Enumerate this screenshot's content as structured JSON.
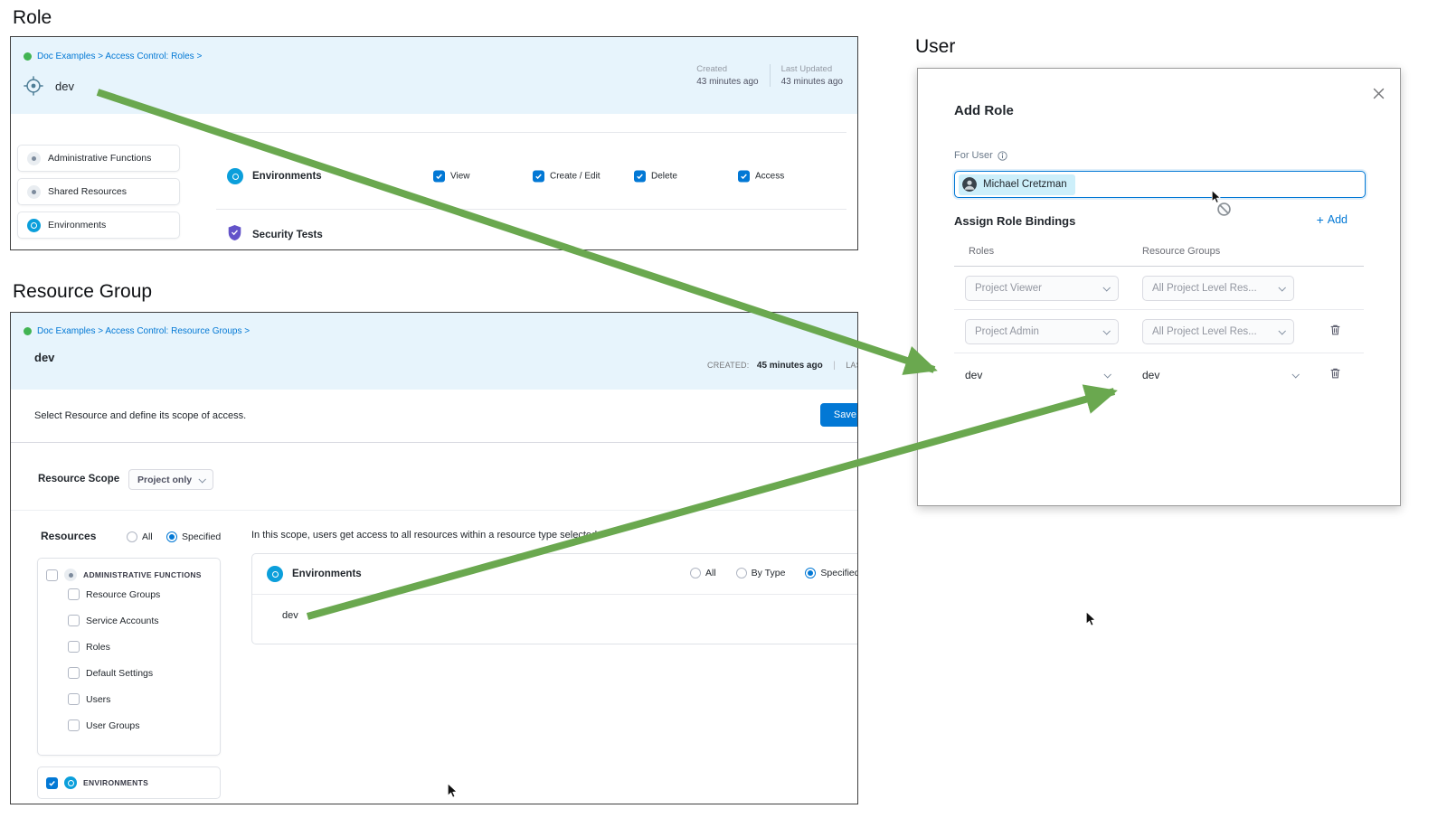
{
  "page": {
    "role_section_label": "Role",
    "resource_group_section_label": "Resource Group",
    "user_section_label": "User"
  },
  "colors": {
    "accent_blue": "#0278d5",
    "header_blue": "#e7f4fc",
    "arrow_green": "#6aa84f",
    "chip_cyan": "#cdeffa",
    "env_icon_blue": "#0b9fdb",
    "shield_purple": "#6353c9",
    "project_dot_green": "#42b453"
  },
  "role_panel": {
    "breadcrumb": "Doc Examples > Access Control: Roles >",
    "title": "dev",
    "meta": {
      "created_label": "Created",
      "created_value": "43 minutes ago",
      "updated_label": "Last Updated",
      "updated_value": "43 minutes ago"
    },
    "sidebar": {
      "items": [
        {
          "label": "Administrative Functions"
        },
        {
          "label": "Shared Resources"
        },
        {
          "label": "Environments"
        }
      ]
    },
    "permissions": {
      "row_label": "Environments",
      "checks": [
        {
          "label": "View",
          "checked": true
        },
        {
          "label": "Create / Edit",
          "checked": true
        },
        {
          "label": "Delete",
          "checked": true
        },
        {
          "label": "Access",
          "checked": true
        }
      ],
      "next_row_label": "Security Tests"
    }
  },
  "resource_group_panel": {
    "breadcrumb": "Doc Examples > Access Control: Resource Groups >",
    "title": "dev",
    "meta": {
      "created_label": "CREATED:",
      "created_value": "45 minutes ago",
      "sep": "|",
      "updated_label": "LAST UPD"
    },
    "toolbar": {
      "instruction": "Select Resource and define its scope of access.",
      "save_label": "Save"
    },
    "scope": {
      "label": "Resource Scope",
      "value": "Project only"
    },
    "resources": {
      "label": "Resources",
      "radio_all": "All",
      "radio_specified": "Specified",
      "selected": "Specified"
    },
    "tree": {
      "parent_label": "ADMINISTRATIVE FUNCTIONS",
      "parent_checked": false,
      "children": [
        {
          "label": "Resource Groups",
          "checked": false
        },
        {
          "label": "Service Accounts",
          "checked": false
        },
        {
          "label": "Roles",
          "checked": false
        },
        {
          "label": "Default Settings",
          "checked": false
        },
        {
          "label": "Users",
          "checked": false
        },
        {
          "label": "User Groups",
          "checked": false
        }
      ],
      "environments_label": "ENVIRONMENTS",
      "environments_checked": true
    },
    "scope_panel": {
      "note": "In this scope, users get access to all resources within a resource type selected.",
      "row_label": "Environments",
      "radio_all": "All",
      "radio_by_type": "By Type",
      "radio_specified": "Specified",
      "selected": "Specified",
      "value": "dev"
    }
  },
  "user_modal": {
    "title": "Add Role",
    "for_user_label": "For User",
    "user_chip": "Michael Cretzman",
    "assign_label": "Assign Role Bindings",
    "add_plus": "+",
    "add_label": "Add",
    "col_roles": "Roles",
    "col_resource_groups": "Resource Groups",
    "bindings": [
      {
        "role": "Project Viewer",
        "resource_group": "All Project Level Res...",
        "deletable": false
      },
      {
        "role": "Project Admin",
        "resource_group": "All Project Level Res...",
        "deletable": true
      },
      {
        "role": "dev",
        "resource_group": "dev",
        "deletable": true
      }
    ]
  }
}
